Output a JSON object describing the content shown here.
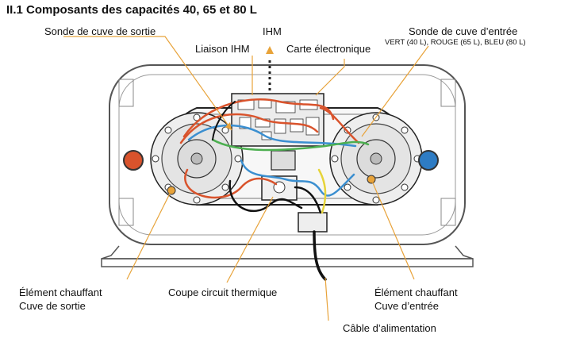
{
  "title": "II.1 Composants des capacités 40, 65 et 80 L",
  "labels": {
    "sonde_sortie": "Sonde de cuve de sortie",
    "liaison_ihm": "Liaison IHM",
    "ihm": "IHM",
    "carte": "Carte électronique",
    "sonde_entree": "Sonde de cuve d’entrée",
    "sonde_entree_colors": "VERT (40 L), ROUGE (65 L), BLEU (80 L)",
    "elem_sortie_1": "Élément chauffant",
    "elem_sortie_2": "Cuve de sortie",
    "coupe_circuit": "Coupe circuit thermique",
    "elem_entree_1": "Élément chauffant",
    "elem_entree_2": "Cuve d’entrée",
    "cable": "Câble d’alimentation"
  },
  "colors": {
    "hot_outlet": "#d9532c",
    "cold_inlet": "#2e7cc4",
    "leader_line": "#e8a33a",
    "wire_red": "#d9532c",
    "wire_blue": "#3b8fd0",
    "wire_green": "#4caf50",
    "wire_black": "#111111",
    "wire_yellow": "#e6d43a"
  }
}
